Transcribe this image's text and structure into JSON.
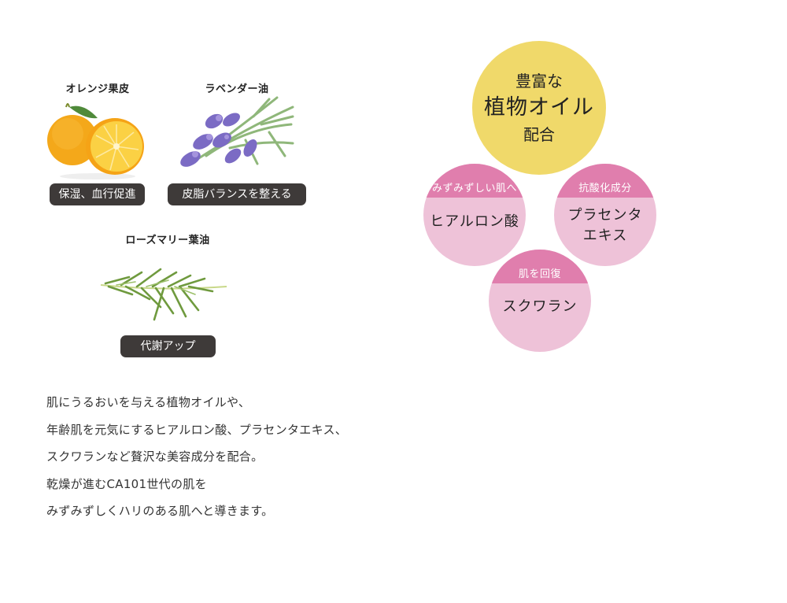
{
  "ingredients": [
    {
      "name": "オレンジ果皮",
      "benefit": "保湿、血行促進",
      "icon": "orange-icon"
    },
    {
      "name": "ラベンダー油",
      "benefit": "皮脂バランスを整える",
      "icon": "lavender-icon"
    },
    {
      "name": "ローズマリー葉油",
      "benefit": "代謝アップ",
      "icon": "rosemary-icon"
    }
  ],
  "description": {
    "lines": [
      "肌にうるおいを与える植物オイルや、",
      "年齢肌を元気にするヒアルロン酸、プラセンタエキス、",
      "スクワランなど贅沢な美容成分を配合。",
      "乾燥が進むCA101世代の肌を",
      "みずみずしくハリのある肌へと導きます。"
    ]
  },
  "diagram": {
    "main": {
      "line1": "豊富な",
      "line2": "植物オイル",
      "line3": "配合",
      "color": "#f0d96a"
    },
    "subs": [
      {
        "head": "みずみずしい肌へ",
        "label_lines": [
          "ヒアルロン酸"
        ]
      },
      {
        "head": "抗酸化成分",
        "label_lines": [
          "プラセンタ",
          "エキス"
        ]
      },
      {
        "head": "肌を回復",
        "label_lines": [
          "スクワラン"
        ]
      }
    ],
    "head_color": "#e07ead",
    "body_color": "#eec2d8"
  },
  "colors": {
    "badge": "#3e3a39",
    "text": "#333333"
  }
}
